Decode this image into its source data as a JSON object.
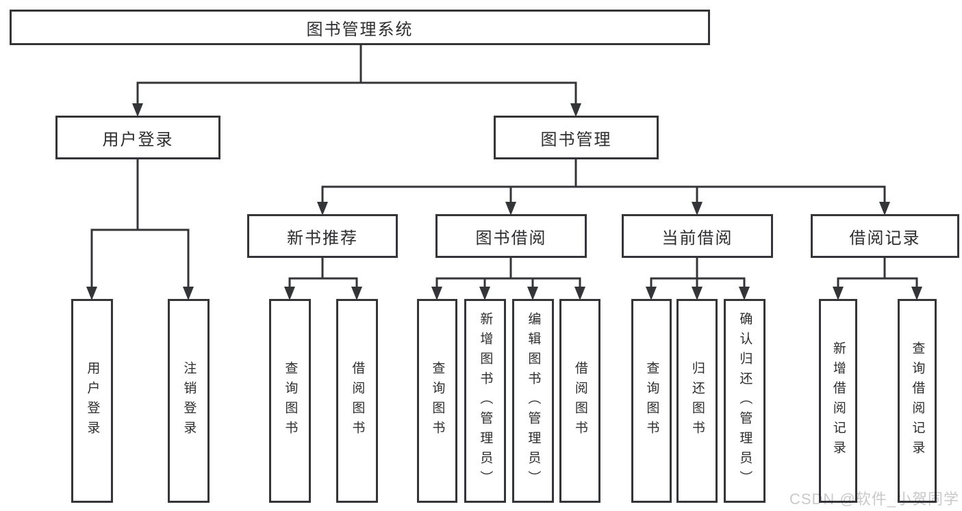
{
  "diagram": {
    "root": {
      "label": "图书管理系统"
    },
    "level1": [
      {
        "id": "user-login",
        "label": "用户登录"
      },
      {
        "id": "book-management",
        "label": "图书管理"
      }
    ],
    "level2": [
      {
        "id": "new-book-recommendation",
        "parent": "book-management",
        "label": "新书推荐"
      },
      {
        "id": "book-borrowing",
        "parent": "book-management",
        "label": "图书借阅"
      },
      {
        "id": "current-borrowing",
        "parent": "book-management",
        "label": "当前借阅"
      },
      {
        "id": "borrowing-records",
        "parent": "book-management",
        "label": "借阅记录"
      }
    ],
    "leaves": [
      {
        "parent": "user-login",
        "label": "用户登录"
      },
      {
        "parent": "user-login",
        "label": "注销登录"
      },
      {
        "parent": "new-book-recommendation",
        "label": "查询图书"
      },
      {
        "parent": "new-book-recommendation",
        "label": "借阅图书"
      },
      {
        "parent": "book-borrowing",
        "label": "查询图书"
      },
      {
        "parent": "book-borrowing",
        "label": "新增图书（管理员）"
      },
      {
        "parent": "book-borrowing",
        "label": "编辑图书（管理员）"
      },
      {
        "parent": "book-borrowing",
        "label": "借阅图书"
      },
      {
        "parent": "current-borrowing",
        "label": "查询图书"
      },
      {
        "parent": "current-borrowing",
        "label": "归还图书"
      },
      {
        "parent": "current-borrowing",
        "label": "确认归还（管理员）"
      },
      {
        "parent": "borrowing-records",
        "label": "新增借阅记录"
      },
      {
        "parent": "borrowing-records",
        "label": "查询借阅记录"
      }
    ]
  },
  "watermark": {
    "text": "CSDN @软件_小贺同学"
  },
  "colors": {
    "line": "#343538",
    "text": "#2d2d2f",
    "box_bg": "#ffffff",
    "page_bg": "#ffffff",
    "watermark_text": "#c9c9c9"
  }
}
